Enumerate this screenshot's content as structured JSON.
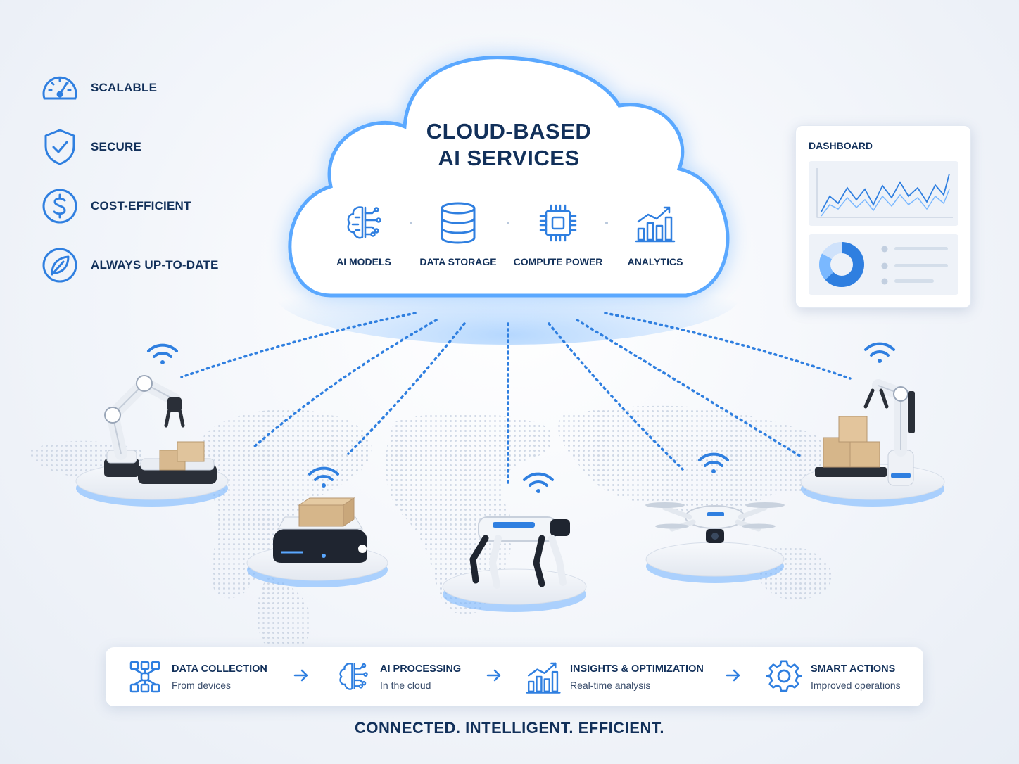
{
  "benefits": [
    {
      "label": "SCALABLE",
      "icon": "speedometer-icon"
    },
    {
      "label": "SECURE",
      "icon": "shield-check-icon"
    },
    {
      "label": "COST-EFFICIENT",
      "icon": "dollar-icon"
    },
    {
      "label": "ALWAYS UP-TO-DATE",
      "icon": "leaf-icon"
    }
  ],
  "cloud": {
    "title_line1": "CLOUD-BASED",
    "title_line2": "AI SERVICES",
    "services": [
      {
        "label": "AI MODELS",
        "icon": "brain-circuit-icon"
      },
      {
        "label": "DATA STORAGE",
        "icon": "database-icon"
      },
      {
        "label": "COMPUTE POWER",
        "icon": "cpu-chip-icon"
      },
      {
        "label": "ANALYTICS",
        "icon": "bar-chart-icon"
      }
    ]
  },
  "dashboard": {
    "title": "DASHBOARD"
  },
  "devices": [
    {
      "kind": "robotic-arm-conveyor",
      "icon": "wifi-icon"
    },
    {
      "kind": "delivery-robot",
      "icon": "wifi-icon"
    },
    {
      "kind": "quadruped-robot",
      "icon": "wifi-icon"
    },
    {
      "kind": "drone",
      "icon": "wifi-icon"
    },
    {
      "kind": "palletizing-arm",
      "icon": "wifi-icon"
    }
  ],
  "process": [
    {
      "title": "DATA COLLECTION",
      "subtitle": "From devices",
      "icon": "network-nodes-icon"
    },
    {
      "title": "AI PROCESSING",
      "subtitle": "In the cloud",
      "icon": "brain-circuit-icon"
    },
    {
      "title": "INSIGHTS & OPTIMIZATION",
      "subtitle": "Real-time analysis",
      "icon": "bar-chart-icon"
    },
    {
      "title": "SMART ACTIONS",
      "subtitle": "Improved operations",
      "icon": "gear-icon"
    }
  ],
  "tagline": "CONNECTED. INTELLIGENT. EFFICIENT.",
  "colors": {
    "accent": "#2f7fe0",
    "navy": "#12305a",
    "glow": "#5aa8ff"
  }
}
